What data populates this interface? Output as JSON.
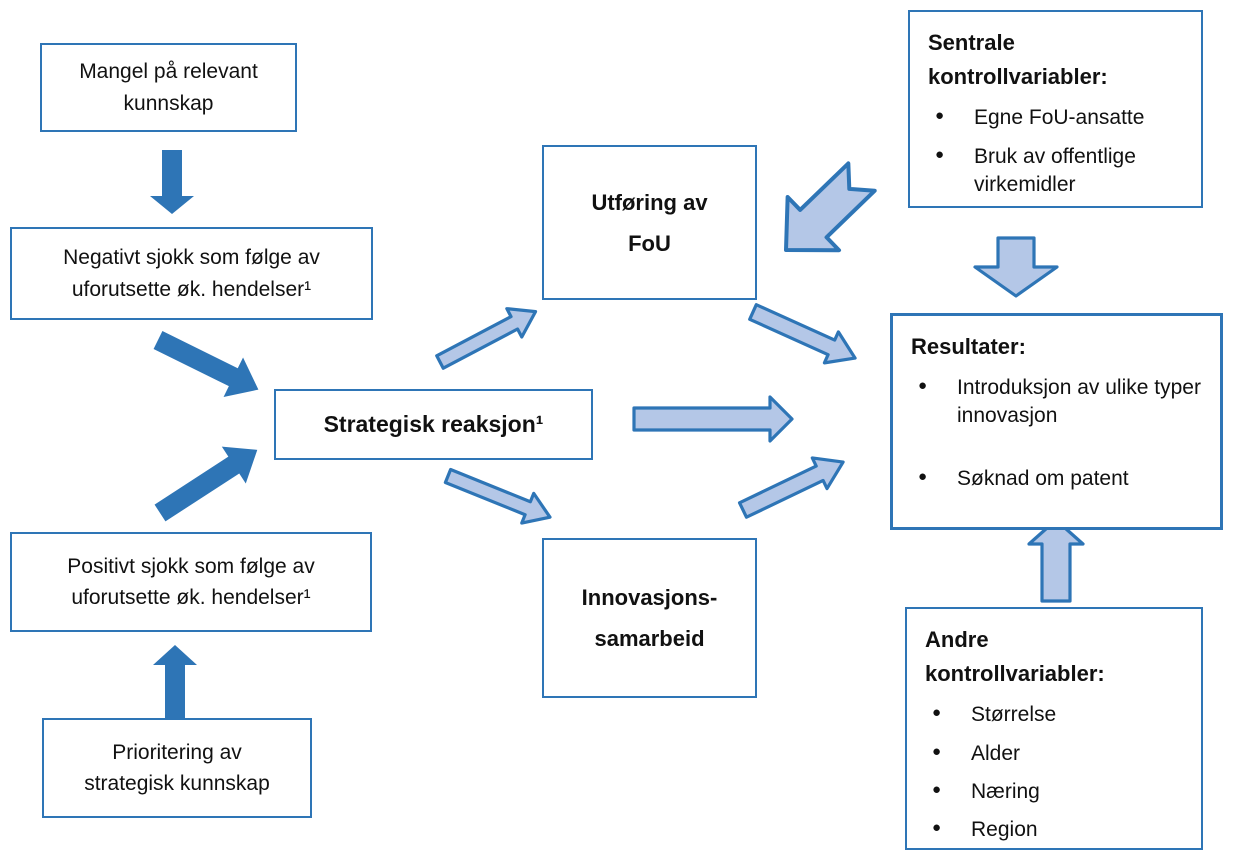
{
  "colors": {
    "accent": "#2E75B6",
    "arrow_fill": "#B4C7E7",
    "background": "#FFFFFF",
    "text": "#111111"
  },
  "boxes": {
    "mangel": {
      "lines": [
        "Mangel på relevant",
        "kunnskap"
      ]
    },
    "negativt": {
      "lines": [
        "Negativt sjokk som følge av",
        "uforutsette øk. hendelser¹"
      ]
    },
    "positivt": {
      "lines": [
        "Positivt sjokk som følge av",
        "uforutsette øk. hendelser¹"
      ]
    },
    "prioritering": {
      "lines": [
        "Prioritering av",
        "strategisk kunnskap"
      ]
    },
    "strategisk": {
      "label": "Strategisk reaksjon¹"
    },
    "utforing": {
      "lines": [
        "Utføring av",
        "FoU"
      ]
    },
    "innovasjons": {
      "lines": [
        "Innovasjons-",
        "samarbeid"
      ]
    },
    "sentrale": {
      "title_lines": [
        "Sentrale",
        "kontrollvariabler:"
      ],
      "items": [
        "Egne FoU-ansatte",
        "Bruk av offentlige virkemidler"
      ]
    },
    "resultater": {
      "title": "Resultater:",
      "items": [
        "Introduksjon av ulike typer innovasjon",
        "Søknad om patent"
      ]
    },
    "andre": {
      "title_lines": [
        "Andre",
        "kontrollvariabler:"
      ],
      "items": [
        "Størrelse",
        "Alder",
        "Næring",
        "Region"
      ]
    }
  }
}
